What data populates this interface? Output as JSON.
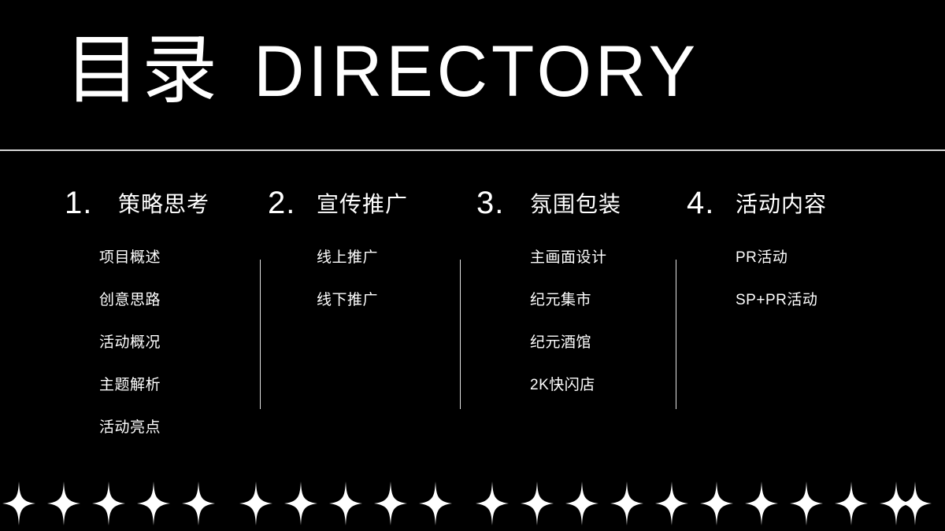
{
  "slide": {
    "background_color": "#000000",
    "text_color": "#ffffff",
    "rule_color": "#d6d6d6"
  },
  "title": {
    "cn": "目录",
    "en": "DIRECTORY"
  },
  "columns": [
    {
      "number": "1.",
      "title": "策略思考",
      "items": [
        "项目概述",
        "创意思路",
        "活动概况",
        "主题解析",
        "活动亮点"
      ]
    },
    {
      "number": "2.",
      "title": "宣传推广",
      "items": [
        "线上推广",
        "线下推广"
      ]
    },
    {
      "number": "3.",
      "title": "氛围包装",
      "items": [
        "主画面设计",
        "纪元集市",
        "纪元酒馆",
        "2K快闪店"
      ]
    },
    {
      "number": "4.",
      "title": "活动内容",
      "items": [
        "PR活动",
        "SP+PR活动"
      ]
    }
  ],
  "decoration": {
    "icon": "sparkle-star-icon",
    "count": 21,
    "color": "#ffffff",
    "positions": [
      24,
      81,
      138,
      195,
      252,
      325,
      382,
      439,
      496,
      553,
      625,
      682,
      739,
      796,
      853,
      910,
      967,
      1024,
      1081,
      1138,
      1162
    ]
  }
}
